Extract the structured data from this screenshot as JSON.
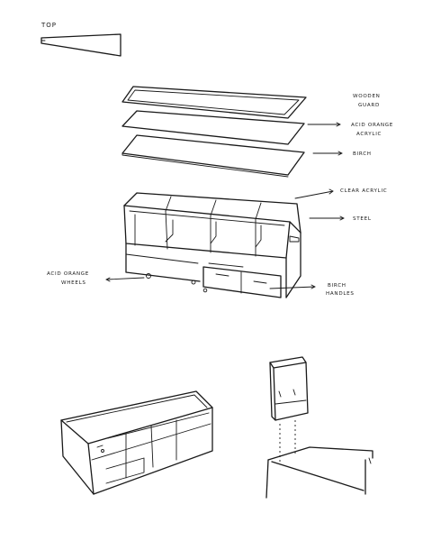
{
  "labels": {
    "top": "TOP",
    "wooden_guard_1": "WOODEN",
    "wooden_guard_2": "GUARD",
    "acid_acrylic_1": "ACID ORANGE",
    "acid_acrylic_2": "ACRYLIC",
    "birch": "BIRCH",
    "clear_acrylic": "CLEAR ACRYLIC",
    "steel": "STEEL",
    "acid_wheels_1": "ACID ORANGE",
    "acid_wheels_2": "WHEELS",
    "birch_handles_1": "BIRCH",
    "birch_handles_2": "HANDLES"
  },
  "colors": {
    "ink": "#1a1a1a",
    "paper": "#ffffff"
  }
}
